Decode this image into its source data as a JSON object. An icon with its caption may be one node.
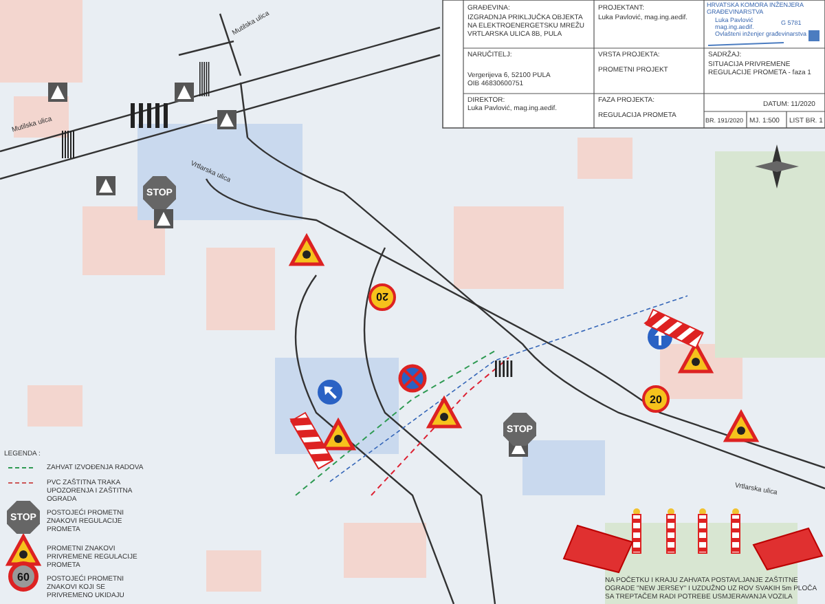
{
  "diagram": {
    "labels": [
      "GRAĐEVINA:",
      "IZGRADNJA PRIKLJUČKA OBJEKTA NA ELEKTROENERGETSKU MREŽU VRTLARSKA ULICA 8B, PULA",
      "PROJEKTANT:",
      "Luka Pavlović, mag.ing.aedif.",
      "HRVATSKA KOMORA INŽENJERA GRAĐEVINARSTVA",
      "Luka Pavlović",
      "mag.ing.aedif.",
      "Ovlašteni inženjer građevinarstva",
      "G 5781",
      "NARUČITELJ:",
      "Vergerijeva 6, 52100 PULA",
      "OIB 46830600751",
      "VRSTA PROJEKTA:",
      "PROMETNI PROJEKT",
      "SADRŽAJ:",
      "SITUACIJA PRIVREMENE REGULACIJE PROMETA - faza 1",
      "DIREKTOR:",
      "Luka Pavlović, mag.ing.aedif.",
      "FAZA PROJEKTA:",
      "REGULACIJA PROMETA",
      "DATUM: 11/2020",
      "BR. 191/2020",
      "MJ. 1:500",
      "LIST BR. 1",
      "Mutilska ulica",
      "Mutilska ulica",
      "Vrtlarska ulica",
      "Vrtlarska ulica",
      "LEGENDA :",
      "NA POČETKU I KRAJU ZAHVATA POSTAVLJANJE ZAŠTITNE OGRADE \"NEW JERSEY\" I UZDUŽNO UZ ROV SVAKIH 5m PLOČA SA TREPTAČEM RADI POTREBE USMJERAVANJA VOZILA",
      "STOP",
      "STOP",
      "20",
      "20",
      "STOP",
      "60"
    ],
    "legend": [
      {
        "text": "ZAHVAT IZVOĐENJA RADOVA"
      },
      {
        "text": "PVC ZAŠTITNA TRAKA UPOZORENJA I ZAŠTITNA OGRADA"
      },
      {
        "text": "POSTOJEĆI PROMETNI ZNAKOVI REGULACIJE PROMETA"
      },
      {
        "text": "PROMETNI ZNAKOVI PRIVREMENE REGULACIJE PROMETA"
      },
      {
        "text": "POSTOJEĆI PROMETNI ZNAKOVI KOJI SE PRIVREMENO UKIDAJU"
      }
    ]
  }
}
